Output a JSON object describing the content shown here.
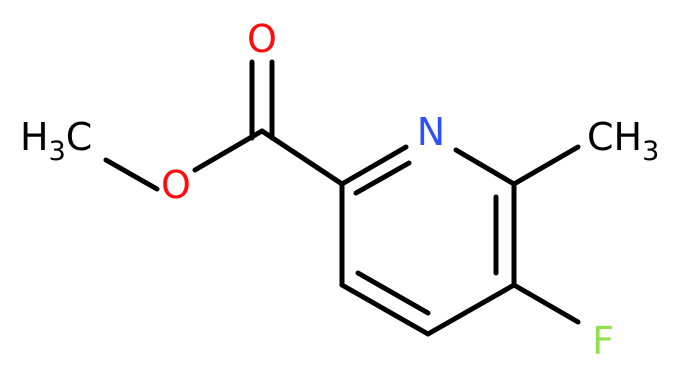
{
  "molecule": {
    "atoms": {
      "carbonyl_oxygen": {
        "symbol": "O",
        "color": "#ff0d0d"
      },
      "ester_oxygen": {
        "symbol": "O",
        "color": "#ff0d0d"
      },
      "ring_nitrogen": {
        "symbol": "N",
        "color": "#3050f8"
      },
      "fluorine": {
        "symbol": "F",
        "color": "#90e050"
      },
      "methoxy_methyl": {
        "main": "H",
        "sub": "3",
        "tail": "C",
        "color": "#000000"
      },
      "ring_methyl": {
        "main": "CH",
        "sub": "3",
        "color": "#000000"
      }
    },
    "bond_color": "#000000"
  }
}
